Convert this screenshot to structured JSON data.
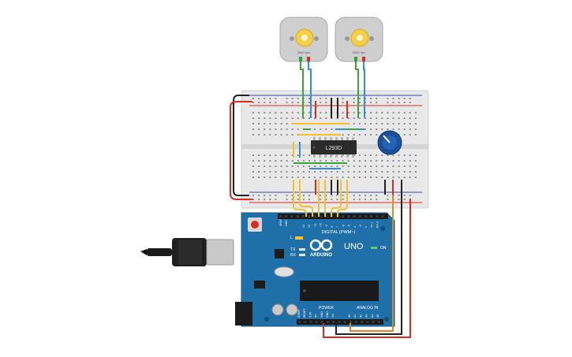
{
  "motors": [
    {
      "label": "3500 rpm"
    },
    {
      "label": "3500 rpm"
    }
  ],
  "chip": {
    "label": "L293D"
  },
  "arduino": {
    "brand": "ARDUINO",
    "model": "UNO",
    "digital_label": "DIGITAL (PWM~)",
    "power_label": "POWER",
    "analog_label": "ANALOG IN",
    "on_label": "ON",
    "tx_label": "TX",
    "rx_label": "RX",
    "l_label": "L",
    "aref_label": "AREF",
    "gnd_label": "GND",
    "top_pins": [
      "13",
      "12",
      "~11",
      "~10",
      "~9",
      "8",
      "7",
      "~6",
      "~5",
      "4",
      "~3",
      "2",
      "TX 1",
      "RX 0"
    ],
    "power_pins": [
      "IOREF",
      "RESET",
      "3.3V",
      "5V",
      "GND",
      "GND",
      "Vin"
    ],
    "analog_pins": [
      "A0",
      "A1",
      "A2",
      "A3",
      "A4",
      "A5"
    ]
  },
  "colors": {
    "board_blue": "#1f6fa8",
    "breadboard": "#e8e8e8",
    "wire_red": "#d62d20",
    "wire_black": "#222222",
    "wire_yellow": "#f2c12e",
    "wire_green": "#3aa53a",
    "wire_blue": "#2f8fd8",
    "wire_orange": "#e08a1e",
    "pot": "#1a4f9a"
  }
}
